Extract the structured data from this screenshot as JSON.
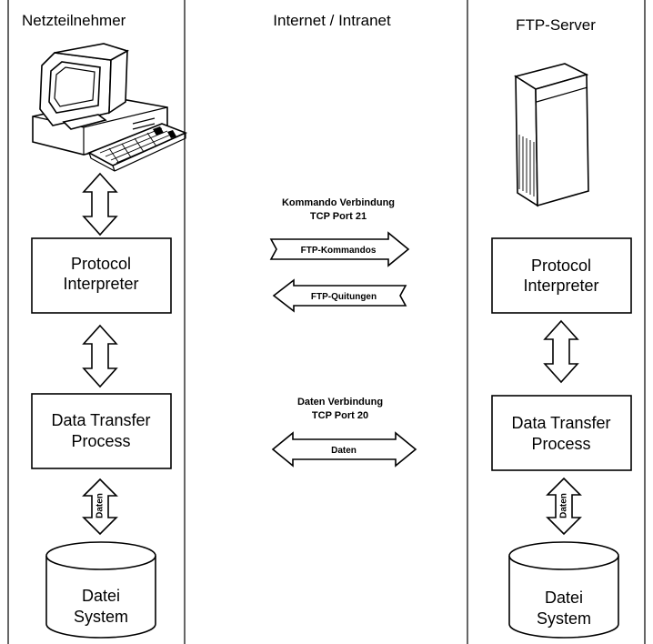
{
  "headers": {
    "left": "Netzteilnehmer",
    "middle": "Internet / Intranet",
    "right": "FTP-Server"
  },
  "left": {
    "pi_line1": "Protocol",
    "pi_line2": "Interpreter",
    "dtp_line1": "Data Transfer",
    "dtp_line2": "Process",
    "daten_label": "Daten",
    "fs_line1": "Datei",
    "fs_line2": "System"
  },
  "right": {
    "pi_line1": "Protocol",
    "pi_line2": "Interpreter",
    "dtp_line1": "Data Transfer",
    "dtp_line2": "Process",
    "daten_label": "Daten",
    "fs_line1": "Datei",
    "fs_line2": "System"
  },
  "middle": {
    "command_title1": "Kommando Verbindung",
    "command_title2": "TCP Port 21",
    "cmd_arrow": "FTP-Kommandos",
    "reply_arrow": "FTP-Quitungen",
    "data_title1": "Daten Verbindung",
    "data_title2": "TCP Port 20",
    "data_arrow": "Daten"
  },
  "icons": {
    "client": "desktop-computer-icon",
    "server": "tower-server-icon"
  }
}
